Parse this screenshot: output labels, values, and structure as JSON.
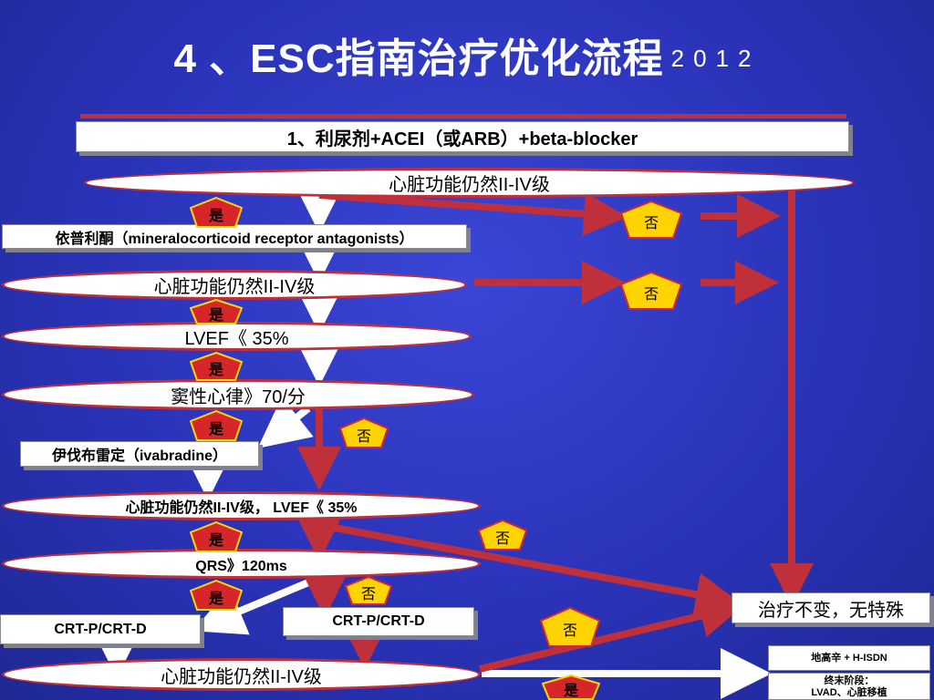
{
  "title": {
    "main": "4 、ESC指南治疗优化流程",
    "year": "2012"
  },
  "nodes": {
    "step1": "1、利尿剂+ACEI（或ARB）+beta-blocker",
    "q1": "心脏功能仍然II-IV级",
    "mra": "依普利酮（mineralocorticoid receptor antagonists）",
    "q2": "心脏功能仍然II-IV级",
    "q3": "LVEF《  35%",
    "q4": "窦性心律》70/分",
    "ivab": "伊伐布雷定（ivabradine）",
    "q5": "心脏功能仍然II-IV级， LVEF《  35%",
    "q6": "QRS》120ms",
    "crt1": "CRT-P/CRT-D",
    "crt2": "CRT-P/CRT-D",
    "q7": "心脏功能仍然II-IV级",
    "unchanged": "治疗不变，无特殊",
    "isdn": "地高辛 + H-ISDN",
    "endstage_1": "终末阶段：",
    "endstage_2": "LVAD、心脏移植"
  },
  "labels": {
    "yes": "是",
    "no": "否"
  },
  "colors": {
    "background": "#2a33b8",
    "accent": "#c0303a",
    "yes_badge": "#d7262a",
    "no_badge": "#ffd400"
  }
}
